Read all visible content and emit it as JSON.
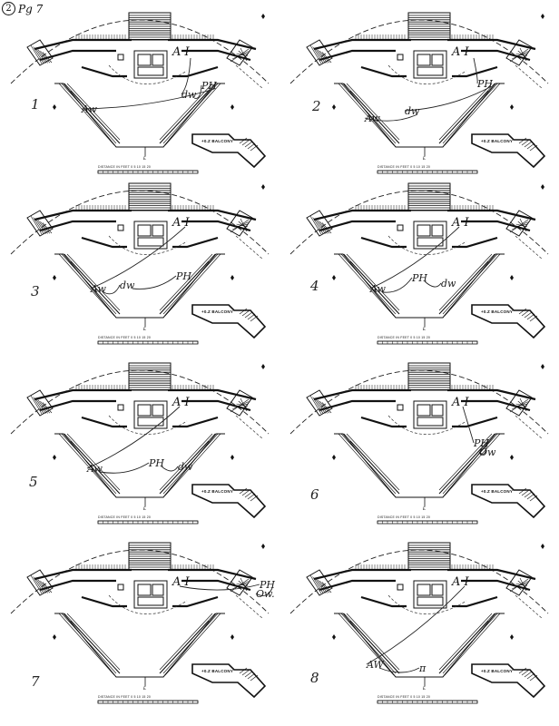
{
  "header": {
    "circle_number": "2",
    "page_label": "Pg 7"
  },
  "plan_labels": {
    "balcony": "BALCONY",
    "balcony_level": "+0.Z",
    "scale": "DISTANCE IN FEET",
    "scale_ticks": [
      "0",
      "5",
      "10",
      "15",
      "20"
    ],
    "centerline": "£",
    "area": "A I"
  },
  "panels": [
    {
      "number": "1",
      "notes": [
        "A I",
        "dw",
        "PH",
        "Aw"
      ]
    },
    {
      "number": "2",
      "notes": [
        "A I",
        "PH",
        "dw",
        "Aw"
      ]
    },
    {
      "number": "3",
      "notes": [
        "A I",
        "Aw",
        "dw",
        "PH"
      ]
    },
    {
      "number": "4",
      "notes": [
        "A I",
        "Aw",
        "PH",
        "dw"
      ]
    },
    {
      "number": "5",
      "notes": [
        "A I",
        "Aw",
        "PH",
        "dw"
      ]
    },
    {
      "number": "6",
      "notes": [
        "A I",
        "PH",
        "Ow"
      ]
    },
    {
      "number": "7",
      "notes": [
        "A I",
        "PH",
        "Ow."
      ]
    },
    {
      "number": "8",
      "notes": [
        "A I",
        "AW",
        "π"
      ]
    }
  ]
}
